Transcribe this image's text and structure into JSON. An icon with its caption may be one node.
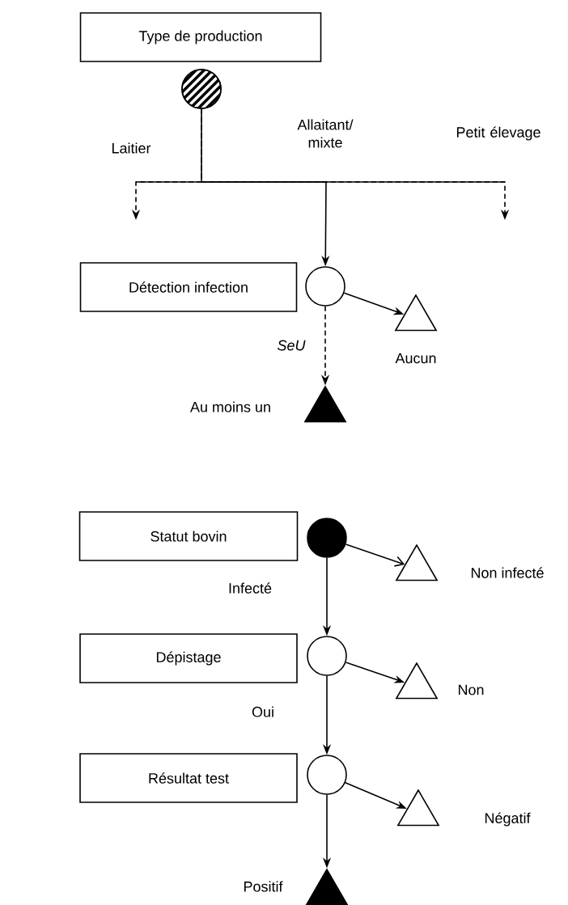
{
  "diagram": {
    "nodes": [
      {
        "text": [
          "Type de production"
        ]
      },
      {
        "text": [],
        "shape": "circle"
      },
      {
        "text": [
          "Détection infection"
        ]
      },
      {
        "text": [],
        "shape": "circle"
      },
      {
        "text": [],
        "shape": "triangle",
        "beside": [
          "Aucun"
        ]
      },
      {
        "text": [],
        "shape": "triangle",
        "beside": [
          "Au moins un"
        ]
      },
      {
        "text": [
          "Statut bovin"
        ]
      },
      {
        "text": [],
        "shape": "circle"
      },
      {
        "text": [],
        "shape": "triangle",
        "beside": [
          "Non infecté"
        ]
      },
      {
        "text": [
          "Dépistage"
        ]
      },
      {
        "text": [],
        "shape": "circle"
      },
      {
        "text": [],
        "shape": "triangle",
        "beside": [
          "Non"
        ]
      },
      {
        "text": [
          "Résultat test"
        ]
      },
      {
        "text": [],
        "shape": "circle"
      },
      {
        "text": [],
        "shape": "triangle",
        "beside": [
          "Négatif"
        ]
      },
      {
        "text": [],
        "shape": "triangle",
        "beside": [
          "Positif"
        ]
      }
    ],
    "edges": [
      {
        "from": 1,
        "to": null,
        "arrow": "to",
        "label": "Laitier",
        "style": "dashed"
      },
      {
        "from": 1,
        "to": 3,
        "arrow": "to",
        "label": "Allaitant/ mixte"
      },
      {
        "from": 1,
        "to": null,
        "arrow": "to",
        "label": "Petit élevage",
        "style": "dashed"
      },
      {
        "from": 3,
        "to": 4,
        "arrow": "to"
      },
      {
        "from": 3,
        "to": 5,
        "arrow": "to",
        "label": "SeU",
        "style": "dashed"
      },
      {
        "from": 7,
        "to": 8,
        "arrow": "to"
      },
      {
        "from": 7,
        "to": 10,
        "arrow": "to",
        "label": "Infecté"
      },
      {
        "from": 10,
        "to": 11,
        "arrow": "to"
      },
      {
        "from": 10,
        "to": 13,
        "arrow": "to",
        "label": "Oui"
      },
      {
        "from": 13,
        "to": 14,
        "arrow": "to"
      },
      {
        "from": 13,
        "to": 15,
        "arrow": "to"
      }
    ]
  }
}
